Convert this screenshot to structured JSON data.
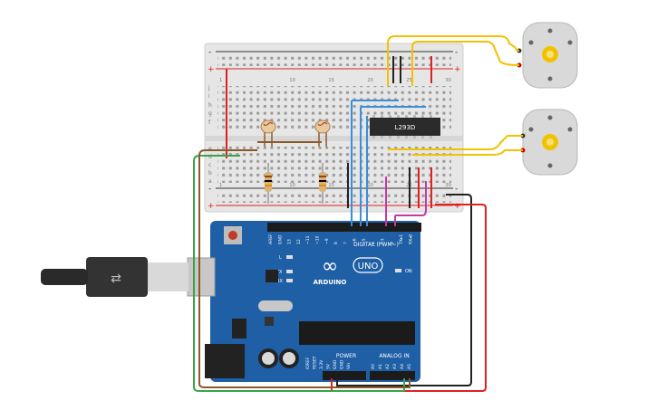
{
  "breadboard": {
    "column_numbers_top": [
      "1",
      "",
      "",
      "",
      "",
      "",
      "",
      "",
      "",
      "10",
      "",
      "",
      "",
      "",
      "15",
      "",
      "",
      "",
      "",
      "20",
      "",
      "",
      "",
      "",
      "25",
      "",
      "",
      "",
      "",
      "30"
    ],
    "rail_minus": "-",
    "rail_plus": "+",
    "row_letters_top": [
      "j",
      "i",
      "h",
      "g",
      "f"
    ],
    "row_letters_bottom": [
      "e",
      "d",
      "c",
      "b",
      "a"
    ]
  },
  "chip": {
    "label": "L293D"
  },
  "arduino": {
    "logo_symbol": "∞",
    "brand": "ARDUINO",
    "model": "UNO",
    "digital_label": "DIGITAL (PWM~)",
    "power_label": "POWER",
    "analog_label": "ANALOG IN",
    "on_label": "ON",
    "l_label": "L",
    "tx_label": "TX",
    "rx_label": "RX",
    "digital_pins": [
      "AREF",
      "GND",
      "13",
      "12",
      "~11",
      "~10",
      "~9",
      "8",
      "7",
      "~6",
      "~5",
      "4",
      "~3",
      "2",
      "TX▸1",
      "RX◂0"
    ],
    "power_pins": [
      "IOREF",
      "RESET",
      "3.3V",
      "5V",
      "GND",
      "GND",
      "Vin"
    ],
    "analog_pins": [
      "A0",
      "A1",
      "A2",
      "A3",
      "A4",
      "A5"
    ]
  },
  "colors": {
    "board_blue": "#1f5fa5",
    "breadboard": "#e6e6e6",
    "wire_red": "#e02020",
    "wire_yellow": "#f2c200",
    "wire_green": "#3aa34a",
    "wire_blue": "#3a8fd8",
    "wire_magenta": "#c23aa6",
    "wire_black": "#222222",
    "wire_brown": "#8b5a2b"
  }
}
